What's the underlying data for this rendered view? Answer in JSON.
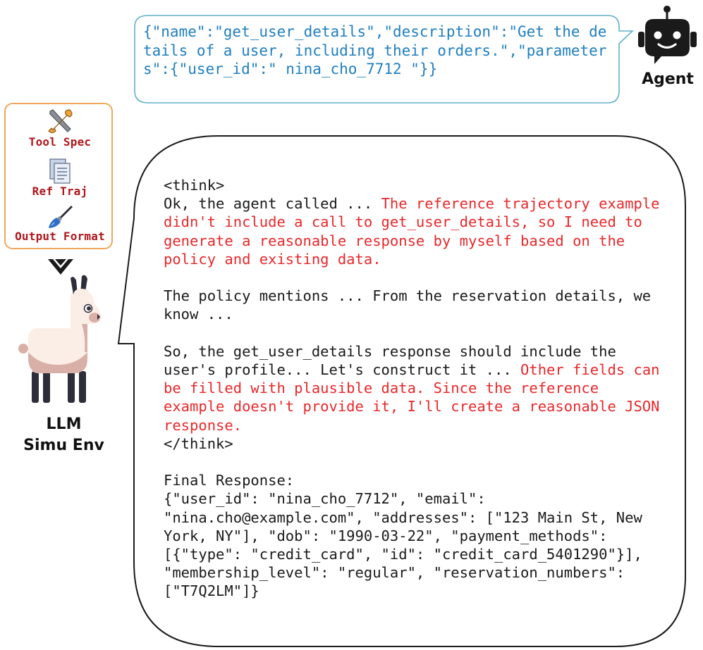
{
  "agent": {
    "label": "Agent",
    "call_text": "{\"name\":\"get_user_details\",\"description\":\"Get the details of a user, including their orders.\",\"parameters\":{\"user_id\":\" nina_cho_7712 \"}}"
  },
  "inputs": [
    {
      "label": "Tool Spec",
      "icon": "tools-icon"
    },
    {
      "label": "Ref Traj",
      "icon": "document-icon"
    },
    {
      "label": "Output Format",
      "icon": "brush-icon"
    }
  ],
  "llm": {
    "line1": "LLM",
    "line2": "Simu Env",
    "icon": "llama-icon"
  },
  "response": {
    "think_open": "<think>",
    "p1_black": "Ok, the agent called ... ",
    "p1_red": "The reference trajectory example didn't include a call to get_user_details, so I need to generate a reasonable response by myself based on the policy and existing data.",
    "p2": "The policy mentions ... From the reservation details, we know ...",
    "p3_black": "So, the get_user_details response should include the user's profile... Let's construct it ... ",
    "p3_red": "Other fields can be filled with plausible data. Since the reference example doesn't provide it, I'll create a reasonable JSON response.",
    "think_close": "</think>",
    "final_label": "Final Response:",
    "final_json": "{\"user_id\": \"nina_cho_7712\", \"email\": \"nina.cho@example.com\", \"addresses\": [\"123 Main St, New York, NY\"], \"dob\": \"1990-03-22\", \"payment_methods\": [{\"type\": \"credit_card\", \"id\": \"credit_card_5401290\"}], \"membership_level\": \"regular\", \"reservation_numbers\": [\"T7Q2LM\"]}"
  },
  "colors": {
    "agent_bubble": "#5fb0c8",
    "input_border": "#f2a65a",
    "label_red": "#b0161b",
    "highlight_red": "#e8282b",
    "agent_text": "#1f7fc0"
  }
}
